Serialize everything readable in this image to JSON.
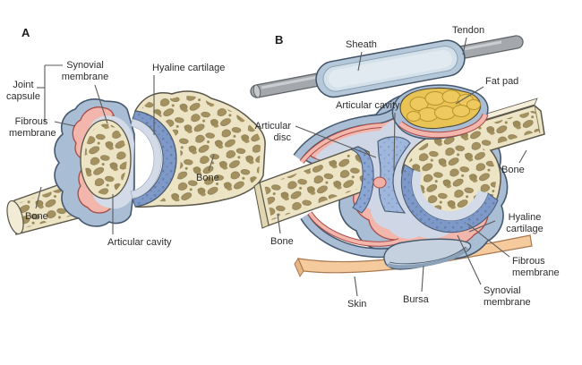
{
  "figure_background": "#ffffff",
  "panel_a": {
    "letter": "A",
    "labels": {
      "joint_capsule": "Joint capsule",
      "synovial_membrane": "Synovial membrane",
      "fibrous_membrane": "Fibrous membrane",
      "hyaline_cartilage": "Hyaline cartilage",
      "bone_left": "Bone",
      "bone_right": "Bone",
      "articular_cavity": "Articular cavity"
    }
  },
  "panel_b": {
    "letter": "B",
    "labels": {
      "sheath": "Sheath",
      "tendon": "Tendon",
      "fat_pad": "Fat pad",
      "articular_cavity": "Articular cavity",
      "articular_disc": "Articular disc",
      "bone_left": "Bone",
      "bone_right": "Bone",
      "hyaline_cartilage": "Hyaline cartilage",
      "fibrous_membrane": "Fibrous membrane",
      "synovial_membrane": "Synovial membrane",
      "bursa": "Bursa",
      "skin": "Skin"
    }
  },
  "palette": {
    "bone_fill": "#ece4c4",
    "bone_trabecula": "#a5915f",
    "bone_outline": "#5a5648",
    "hyaline_cartilage": "#7e99c7",
    "cartilage_stipple": "#51699f",
    "articular_cavity": "#d3dae8",
    "synovial_membrane": "#f2b6ad",
    "synovial_outline": "#a84a44",
    "fibrous_membrane": "#a9bdd4",
    "fibrous_outline": "#46586e",
    "fat_pad": "#e9c353",
    "fat_pad_outline": "#b8922e",
    "tendon": "#a4a8ac",
    "sheath": "#b5c8d9",
    "skin": "#f5cb9d",
    "skin_outline": "#a87850",
    "bursa": "#c5d1df",
    "leader_line": "#5a5a5a",
    "label_text": "#2c2c2c"
  }
}
